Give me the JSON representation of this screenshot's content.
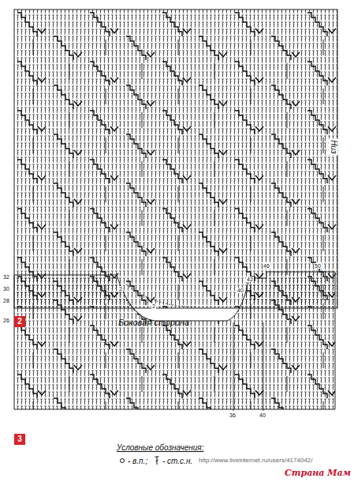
{
  "diagram": {
    "caption": "Боковая сторона",
    "nodes": [
      {
        "text": [
          "2"
        ]
      },
      {
        "text": [
          "3"
        ]
      }
    ],
    "labels": [
      "Низ",
      "32",
      "30",
      "28",
      "26",
      "2",
      "2",
      "46",
      "50",
      "42",
      "40",
      "36",
      "40",
      "Условные обозначения:",
      "http://www.liveinternet.ru/users/4174042/",
      "Страна Мам"
    ],
    "legend": [
      {
        "text": "- в.п.;"
      },
      {
        "text": "- ст.с.н."
      }
    ]
  }
}
